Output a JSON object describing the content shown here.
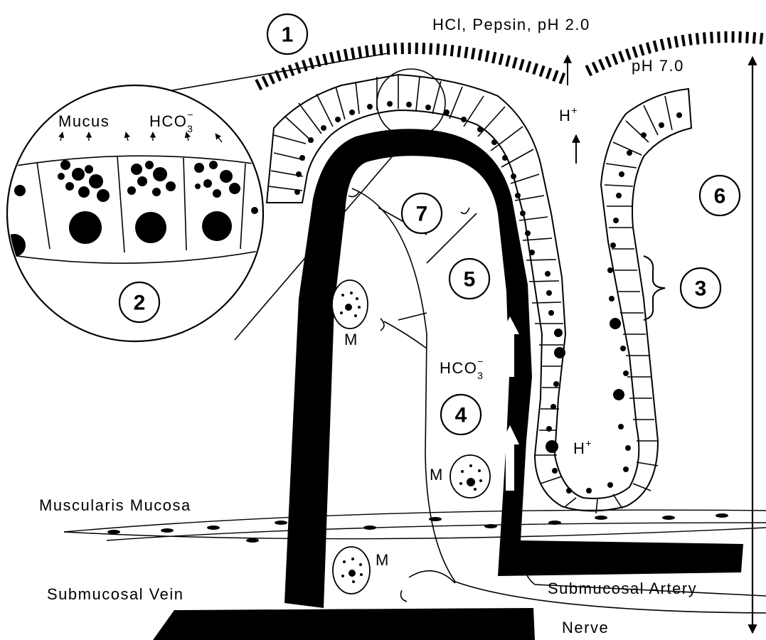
{
  "labels": {
    "lumen_top": "HCl, Pepsin, pH  2.0",
    "ph_surface": "pH  7.0",
    "h_plus_lumen": "H",
    "h_plus_lumen_sup": "+",
    "mucus": "Mucus",
    "hco3_inset": "HCO",
    "hco3_inset_sub": "3",
    "hco3_inset_sup": "−",
    "hco3_capillary": "HCO",
    "hco3_capillary_sub": "3",
    "hco3_capillary_sup": "−",
    "h_plus_gland": "H",
    "h_plus_gland_sup": "+",
    "macrophage": "M",
    "muscularis": "Muscularis  Mucosa",
    "vein": "Submucosal  Vein",
    "artery": "Submucosal  Artery",
    "nerve": "Nerve"
  },
  "markers": [
    "1",
    "2",
    "3",
    "4",
    "5",
    "6",
    "7"
  ],
  "colors": {
    "ink": "#000000",
    "paper": "#ffffff"
  }
}
